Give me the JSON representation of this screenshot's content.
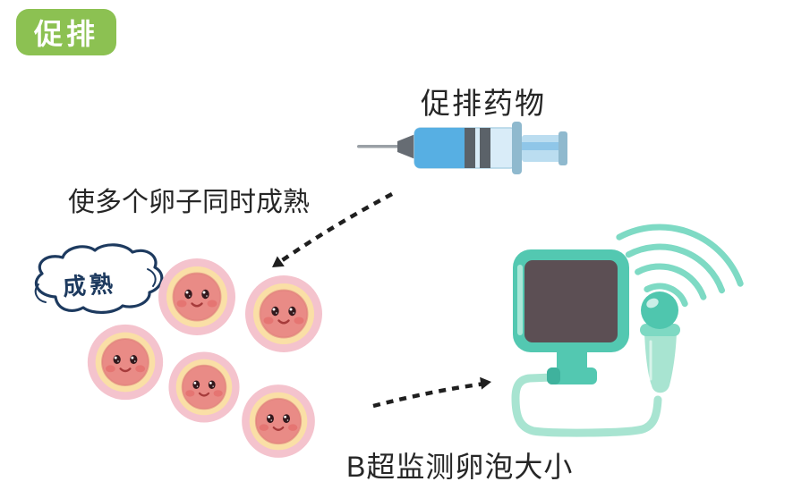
{
  "badge": {
    "label": "促排"
  },
  "labels": {
    "drug": "促排药物",
    "maturation": "使多个卵子同时成熟",
    "cloud": "成熟",
    "monitoring": "B超监测卵泡大小"
  },
  "eggs": {
    "count": 5
  },
  "icons": {
    "syringe": "syringe-icon",
    "egg_cell": "egg-cell-icon",
    "cloud_bubble": "cloud-bubble-icon",
    "ultrasound_machine": "ultrasound-machine-icon",
    "ultrasound_probe": "ultrasound-probe-icon",
    "signal_waves": "signal-waves-icon",
    "dashed_arrow": "dashed-arrow-icon"
  },
  "colors": {
    "badge_green": "#8CC152",
    "text_ink": "#262626",
    "cloud_navy": "#1D3A5F",
    "machine_teal": "#53C8B1",
    "machine_teal_dark": "#3FB29D",
    "machine_mint": "#A8E4D1",
    "wave_mint": "#7EDAC4",
    "screen_dark": "#5C4F54",
    "egg_outer_pink": "#F4C3CD",
    "egg_mid_cream": "#FADFA6",
    "egg_inner_salmon": "#E98B86",
    "egg_blush": "#E4716E",
    "egg_eye": "#33191D",
    "syringe_liquid_blue": "#57AFE3",
    "syringe_pale_blue": "#D9ECF8",
    "syringe_rod_blue": "#BBDDF0",
    "syringe_gray": "#5B6269",
    "flange_blue": "#8FB9CE",
    "arrow_black": "#1F1F1F",
    "background": "#FFFFFF"
  }
}
